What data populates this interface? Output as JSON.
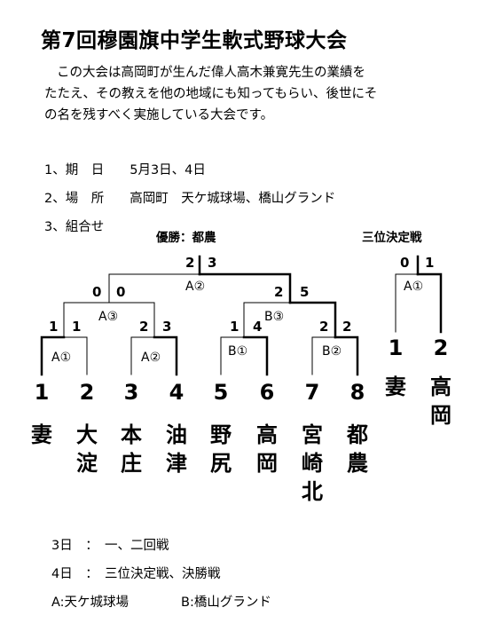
{
  "title": "第7回穆園旗中学生軟式野球大会",
  "intro": [
    "この大会は高岡町が生んだ偉人高木兼寛先生の業績を",
    "たたえ、その教えを他の地域にも知ってもらい、後世にそ",
    "の名を残すべく実施している大会です。"
  ],
  "info": {
    "date": "1、期　日　　5月3日、4日",
    "venue": "2、場　所　　高岡町　天ケ城球場、橋山グランド",
    "pairing": "3、組合せ"
  },
  "bracket": {
    "winner_label": "優勝：都農",
    "third_label": "三位決定戦",
    "final": {
      "left": "2",
      "right": "3",
      "venue": "A②"
    },
    "semi_left": {
      "left": "0",
      "right": "0",
      "venue": "A③"
    },
    "semi_right": {
      "left": "2",
      "right": "5",
      "venue": "B③"
    },
    "first_round": [
      {
        "left": "1",
        "right": "1",
        "venue": "A①"
      },
      {
        "left": "2",
        "right": "3",
        "venue": "A②"
      },
      {
        "left": "1",
        "right": "4",
        "venue": "B①"
      },
      {
        "left": "2",
        "right": "2",
        "venue": "B②"
      }
    ],
    "third_place": {
      "left": "0",
      "right": "1",
      "venue": "A①"
    },
    "seeds": [
      "1",
      "2",
      "3",
      "4",
      "5",
      "6",
      "7",
      "8"
    ],
    "teams": [
      "妻",
      "大淀",
      "本庄",
      "油津",
      "野尻",
      "高岡",
      "宮崎北",
      "都農"
    ],
    "third_seeds": [
      "1",
      "2"
    ],
    "third_teams": [
      "妻",
      "高岡"
    ]
  },
  "schedule": [
    "3日　：　一、二回戦",
    "4日　：　三位決定戦、決勝戦"
  ],
  "venues_legend": {
    "a": "A:天ケ城球場",
    "b": "B:橋山グランド"
  }
}
